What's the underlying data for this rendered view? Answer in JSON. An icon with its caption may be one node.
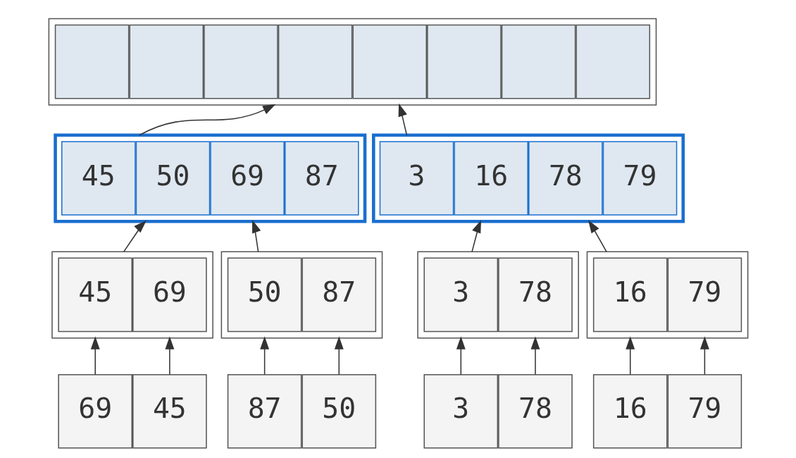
{
  "diagram": {
    "nodes": [
      {
        "text": [],
        "shape": "box"
      },
      {
        "text": [],
        "shape": "box",
        "in": 0
      },
      {
        "text": [],
        "shape": "box",
        "in": 0
      },
      {
        "text": [],
        "shape": "box",
        "in": 0
      },
      {
        "text": [],
        "shape": "box",
        "in": 0
      },
      {
        "text": [],
        "shape": "box",
        "in": 0
      },
      {
        "text": [],
        "shape": "box",
        "in": 0
      },
      {
        "text": [],
        "shape": "box",
        "in": 0
      },
      {
        "text": [],
        "shape": "box",
        "in": 0
      },
      {
        "text": [],
        "shape": "box"
      },
      {
        "text": [
          "45"
        ],
        "in": 9
      },
      {
        "text": [
          "50"
        ],
        "in": 9
      },
      {
        "text": [
          "69"
        ],
        "in": 9
      },
      {
        "text": [
          "87"
        ],
        "in": 9
      },
      {
        "text": [],
        "shape": "box"
      },
      {
        "text": [
          "3"
        ],
        "in": 14
      },
      {
        "text": [
          "16"
        ],
        "in": 14
      },
      {
        "text": [
          "78"
        ],
        "in": 14
      },
      {
        "text": [
          "79"
        ],
        "in": 14
      },
      {
        "text": [],
        "shape": "box"
      },
      {
        "text": [
          "45"
        ],
        "in": 19
      },
      {
        "text": [
          "69"
        ],
        "in": 19
      },
      {
        "text": [],
        "shape": "box"
      },
      {
        "text": [
          "50"
        ],
        "in": 22
      },
      {
        "text": [
          "87"
        ],
        "in": 22
      },
      {
        "text": [],
        "shape": "box"
      },
      {
        "text": [
          "3"
        ],
        "in": 25
      },
      {
        "text": [
          "78"
        ],
        "in": 25
      },
      {
        "text": [],
        "shape": "box"
      },
      {
        "text": [
          "16"
        ],
        "in": 28
      },
      {
        "text": [
          "79"
        ],
        "in": 28
      },
      {
        "text": [
          "69"
        ]
      },
      {
        "text": [
          "45"
        ]
      },
      {
        "text": [
          "87"
        ]
      },
      {
        "text": [
          "50"
        ]
      },
      {
        "text": [
          "3"
        ]
      },
      {
        "text": [
          "78"
        ]
      },
      {
        "text": [
          "16"
        ]
      },
      {
        "text": [
          "79"
        ]
      }
    ],
    "edges": [
      {
        "from": 9,
        "to": 0,
        "arrow": "to"
      },
      {
        "from": 14,
        "to": 0,
        "arrow": "to"
      },
      {
        "from": 19,
        "to": 9,
        "arrow": "to"
      },
      {
        "from": 22,
        "to": 9,
        "arrow": "to"
      },
      {
        "from": 25,
        "to": 14,
        "arrow": "to"
      },
      {
        "from": 28,
        "to": 14,
        "arrow": "to"
      },
      {
        "from": 31,
        "to": 19,
        "arrow": "to"
      },
      {
        "from": 32,
        "to": 19,
        "arrow": "to"
      },
      {
        "from": 33,
        "to": 22,
        "arrow": "to"
      },
      {
        "from": 34,
        "to": 22,
        "arrow": "to"
      },
      {
        "from": 35,
        "to": 25,
        "arrow": "to"
      },
      {
        "from": 36,
        "to": 25,
        "arrow": "to"
      },
      {
        "from": 37,
        "to": 28,
        "arrow": "to"
      },
      {
        "from": 38,
        "to": 28,
        "arrow": "to"
      }
    ]
  }
}
